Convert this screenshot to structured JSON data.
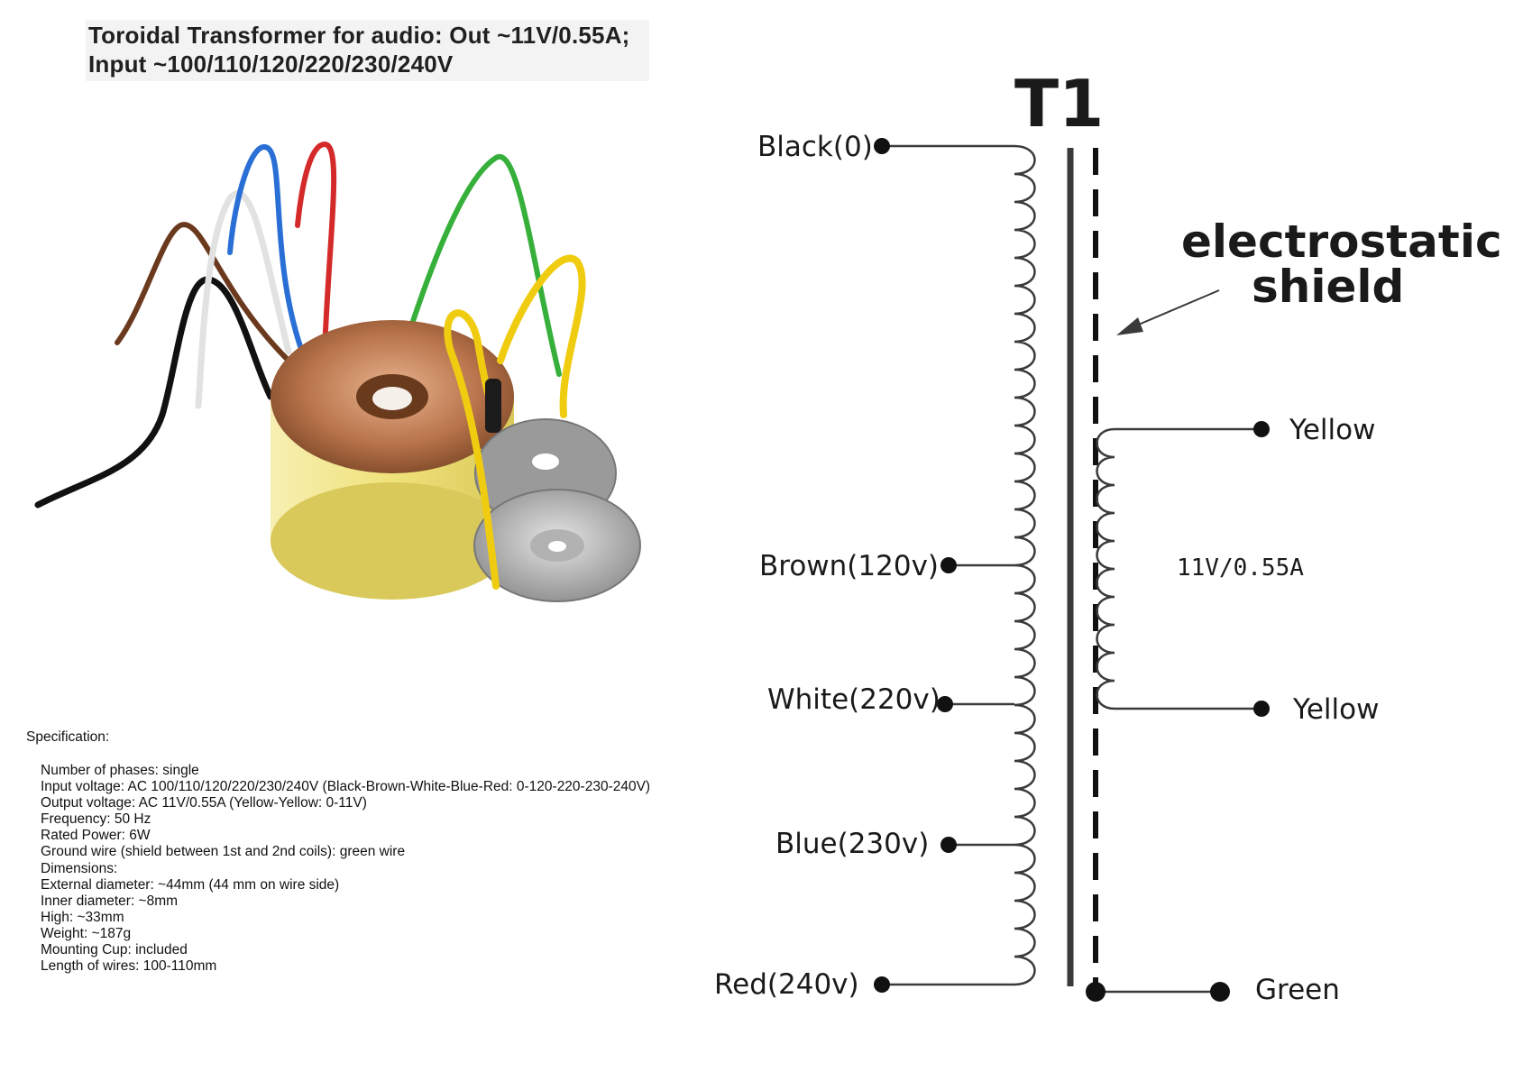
{
  "title": {
    "line1": "Toroidal Transformer for audio: Out ~11V/0.55A;",
    "line2": "Input ~100/110/120/220/230/240V"
  },
  "spec": {
    "heading": "Specification:",
    "items": [
      "Number of phases: single",
      "Input voltage: AC 100/110/120/220/230/240V (Black-Brown-White-Blue-Red: 0-120-220-230-240V)",
      "Output voltage: AC 11V/0.55A (Yellow-Yellow: 0-11V)",
      "Frequency: 50 Hz",
      "Rated Power: 6W",
      "Ground wire (shield between 1st and 2nd coils): green wire",
      "Dimensions:",
      "External diameter: ~44mm (44 mm on wire side)",
      "Inner diameter: ~8mm",
      "High: ~33mm",
      "Weight: ~187g",
      "Mounting Cup: included",
      "Length of wires: 100-110mm"
    ]
  },
  "schematic": {
    "designator": "T1",
    "shield_label_line1": "electrostatic",
    "shield_label_line2": "shield",
    "primary_taps": {
      "black": "Black(0)",
      "brown": "Brown(120v)",
      "white": "White(220v)",
      "blue": "Blue(230v)",
      "red": "Red(240v)"
    },
    "secondary": {
      "top": "Yellow",
      "bottom": "Yellow",
      "rating": "11V/0.55A"
    },
    "ground": "Green"
  },
  "colors": {
    "line": "#3a3a3a",
    "copper": "#b8734a",
    "yellow_tape": "#efe27a",
    "wire_black": "#111111",
    "wire_brown": "#6b3a1e",
    "wire_white": "#e6e6e6",
    "wire_blue": "#2a6fd6",
    "wire_red": "#d42a2a",
    "wire_green": "#36b03a",
    "wire_yellow": "#f0cc10"
  }
}
